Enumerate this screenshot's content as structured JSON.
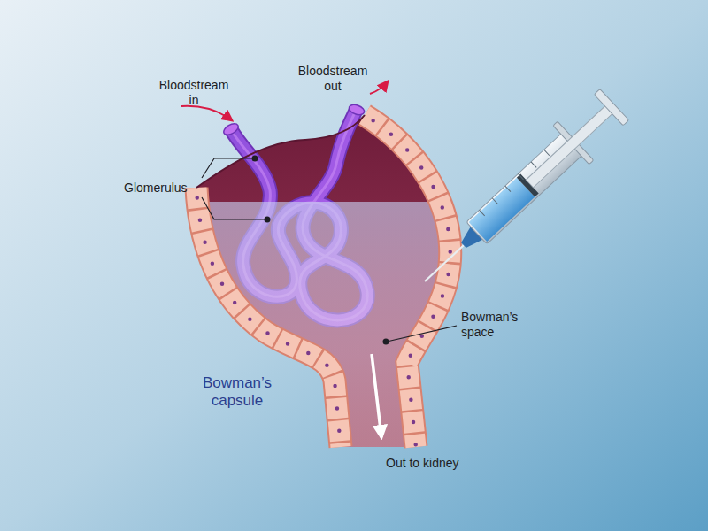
{
  "diagram": {
    "labels": [
      "Bloodstream in",
      "Bloodstream out",
      "Glomerulus",
      "Bowman’s space",
      "Bowman’s capsule",
      "Out to kidney"
    ]
  }
}
